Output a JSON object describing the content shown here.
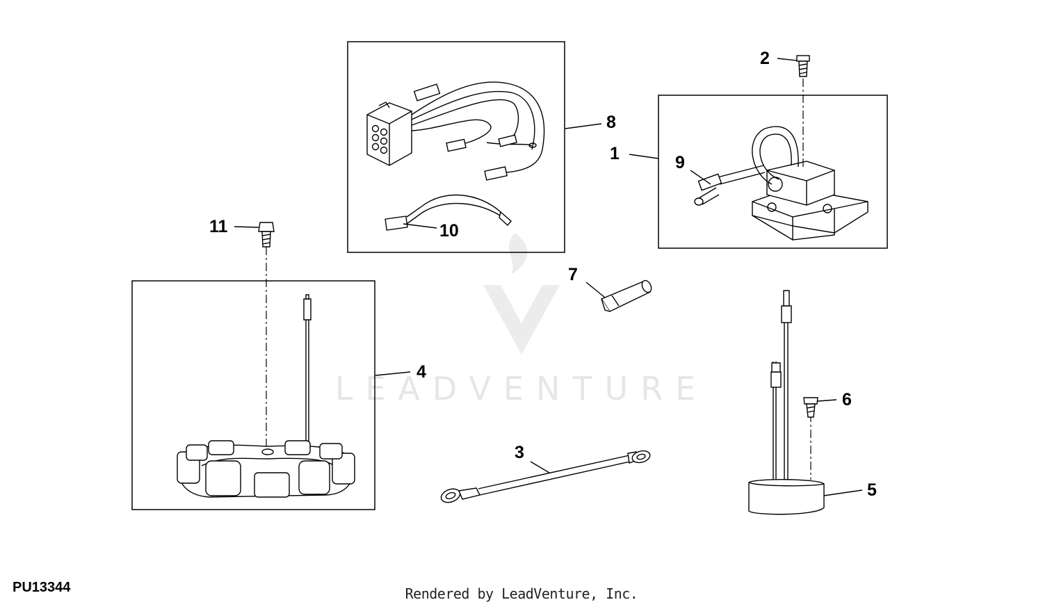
{
  "callouts": {
    "c1": "1",
    "c2": "2",
    "c3": "3",
    "c4": "4",
    "c5": "5",
    "c6": "6",
    "c7": "7",
    "c8": "8",
    "c9": "9",
    "c10": "10",
    "c11": "11"
  },
  "figure_id": "PU13344",
  "footer": "Rendered by LeadVenture, Inc.",
  "watermark": "LEADVENTURE",
  "colors": {
    "line": "#000000",
    "watermark": "#e6e6e6"
  }
}
